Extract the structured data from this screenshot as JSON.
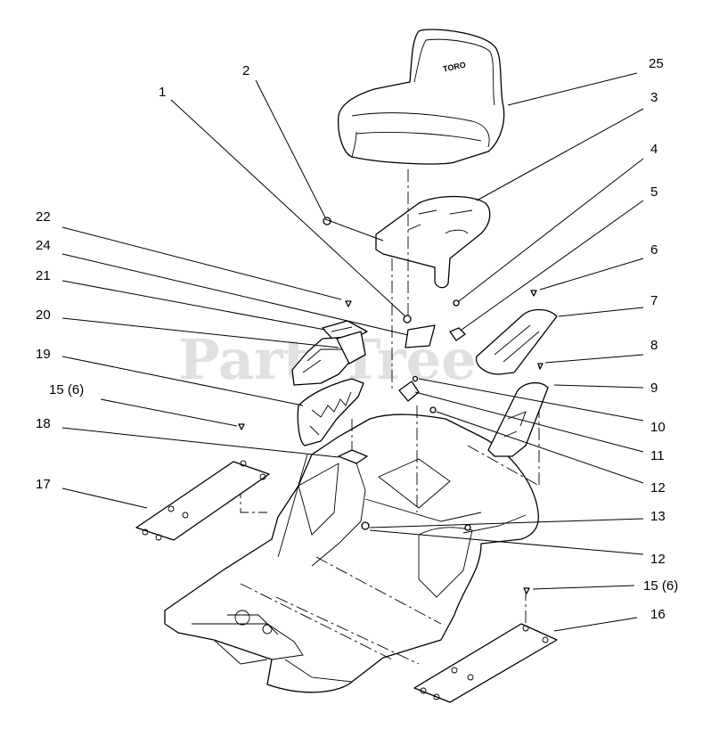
{
  "watermark": "PartsTree",
  "watermark_tm": "™",
  "seat_logo": "TORO",
  "callouts": {
    "c1": "1",
    "c2": "2",
    "c3": "3",
    "c4": "4",
    "c5": "5",
    "c6": "6",
    "c7": "7",
    "c8": "8",
    "c9": "9",
    "c10": "10",
    "c11": "11",
    "c12a": "12",
    "c12b": "12",
    "c13": "13",
    "c15a": "15 (6)",
    "c15b": "15 (6)",
    "c16": "16",
    "c17": "17",
    "c18": "18",
    "c19": "19",
    "c20": "20",
    "c21": "21",
    "c22": "22",
    "c24": "24",
    "c25": "25"
  }
}
